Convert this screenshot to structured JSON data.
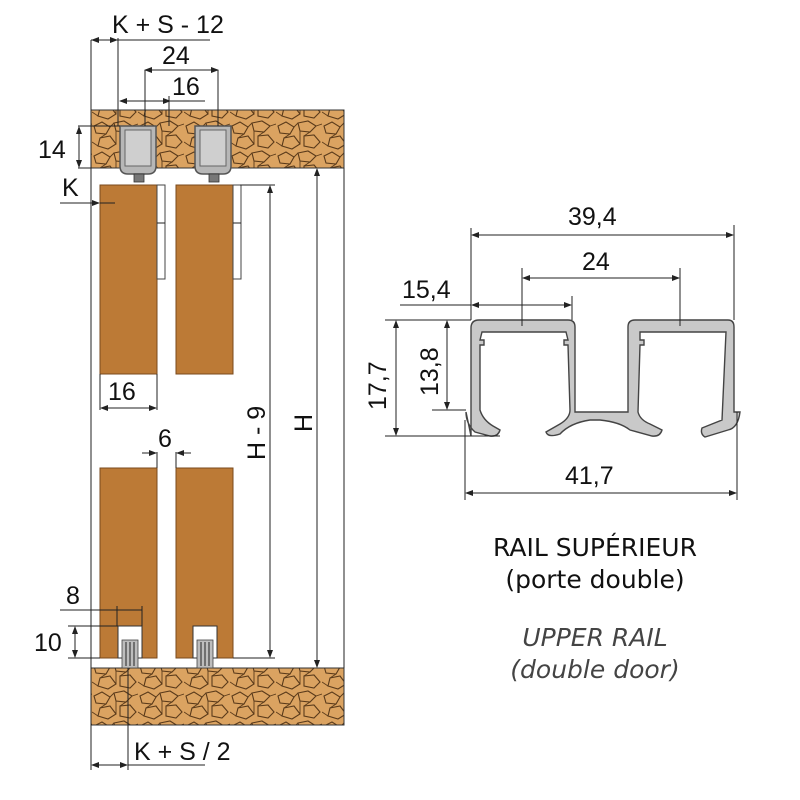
{
  "colors": {
    "wood": "#bc7a36",
    "wood_edge": "#7a4a1c",
    "stone": "#d9a35f",
    "stone_crack": "#5a3a1a",
    "aluminium": "#c9c9c9",
    "aluminium_edge": "#555555",
    "line": "#222222"
  },
  "side_view": {
    "top_dimension": "K + S - 12",
    "center_spacing": "24",
    "rail_channel": "16",
    "ceiling_height_label": "14",
    "offset_label": "K",
    "door_thickness": "16",
    "door_gap": "6",
    "door_height": "H - 9",
    "total_height": "H",
    "guide_width": "8",
    "guide_height": "10",
    "bottom_dimension": "K + S / 2"
  },
  "profile": {
    "overall_top": "39,4",
    "channel_spacing": "24",
    "first_channel": "15,4",
    "overall_height": "17,7",
    "inner_height": "13,8",
    "overall_bottom": "41,7"
  },
  "caption": {
    "fr_title": "RAIL SUPÉRIEUR",
    "fr_subtitle": "(porte double)",
    "en_title": "UPPER RAIL",
    "en_subtitle": "(double door)"
  }
}
